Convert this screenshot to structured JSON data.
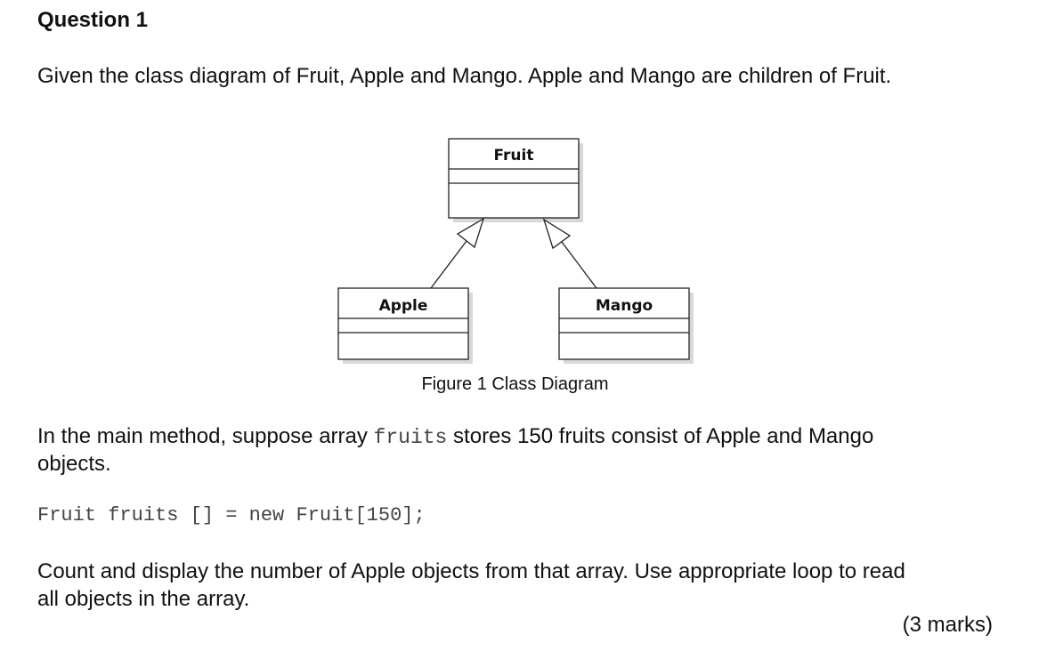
{
  "question": {
    "title": "Question 1",
    "intro": "Given the class diagram of Fruit, Apple and Mango. Apple and Mango are children of Fruit."
  },
  "diagram": {
    "classes": [
      {
        "id": "fruit",
        "name": "Fruit"
      },
      {
        "id": "apple",
        "name": "Apple"
      },
      {
        "id": "mango",
        "name": "Mango"
      }
    ],
    "relationships": [
      {
        "from": "apple",
        "to": "fruit",
        "type": "inheritance"
      },
      {
        "from": "mango",
        "to": "fruit",
        "type": "inheritance"
      }
    ],
    "caption": "Figure 1 Class Diagram"
  },
  "body": {
    "line1_before": "In the main method, suppose array",
    "line1_code": "fruits",
    "line1_after": "stores 150 fruits consist of Apple and Mango",
    "line2": "objects.",
    "code_line": "Fruit fruits [] = new Fruit[150];",
    "task_line1": "Count and display the number of Apple objects from that array. Use appropriate loop to read",
    "task_line2": "all objects in the array.",
    "marks": "(3 marks)"
  }
}
